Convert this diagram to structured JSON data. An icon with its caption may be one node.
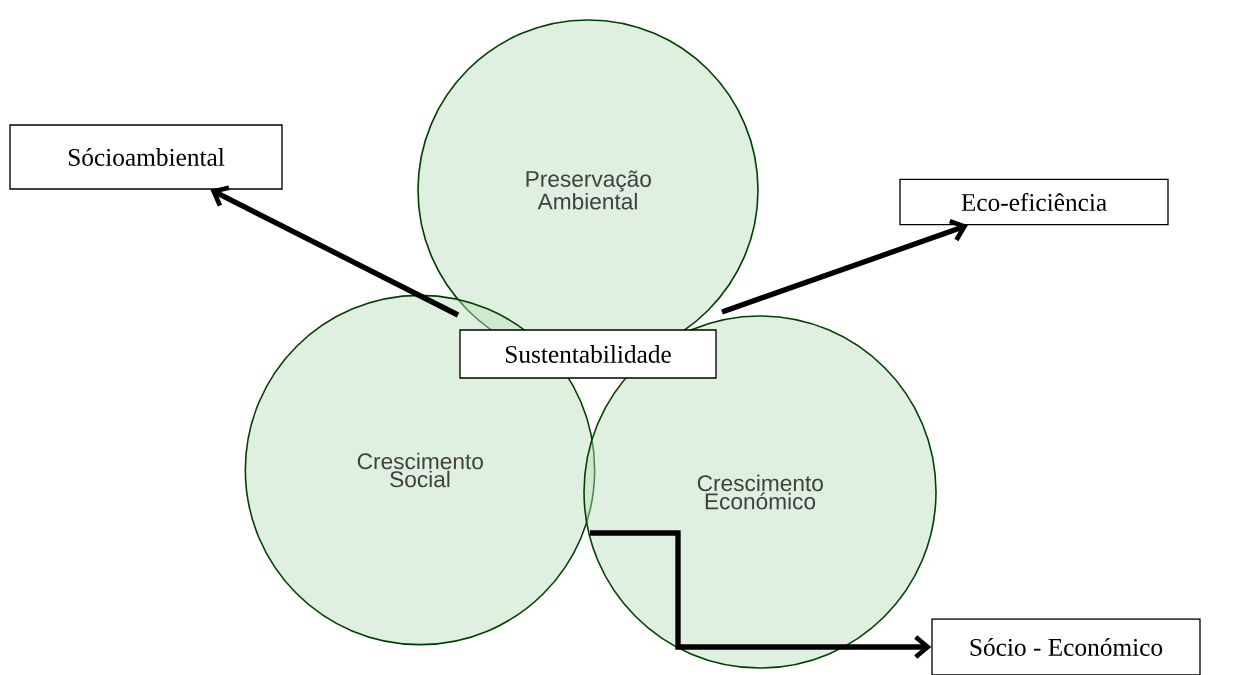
{
  "diagram": {
    "nodes": [
      {
        "text": [
          "Preservação Ambiental"
        ]
      },
      {
        "text": [
          "Crescimento Social"
        ]
      },
      {
        "text": [
          "Crescimento Económico"
        ]
      },
      {
        "text": [
          "Sustentabilidade"
        ]
      },
      {
        "text": [
          "Sócioambiental"
        ]
      },
      {
        "text": [
          "Eco-eficiência"
        ]
      },
      {
        "text": [
          "Sócio - Económico"
        ]
      }
    ],
    "edges": [
      {
        "from": 1,
        "to": 4,
        "arrow": "to"
      },
      {
        "from": 0,
        "to": 5,
        "arrow": "to"
      },
      {
        "from": 2,
        "to": 6,
        "arrow": "to"
      }
    ]
  }
}
